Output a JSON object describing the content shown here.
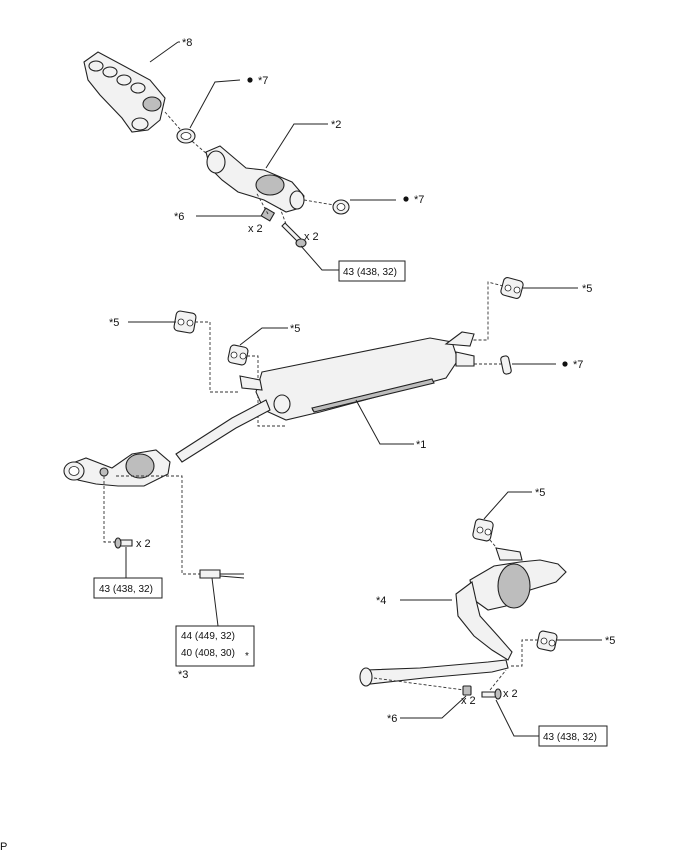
{
  "labels": {
    "c8": "*8",
    "c7a": "*7",
    "c2": "*2",
    "c7b": "*7",
    "c6a": "*6",
    "c5a": "*5",
    "c5b": "*5",
    "c5c": "*5",
    "c7c": "*7",
    "c1": "*1",
    "c5d": "*5",
    "c4": "*4",
    "c5e": "*5",
    "c6b": "*6",
    "c3": "*3",
    "corner": "P"
  },
  "qty": {
    "q1": "x 2",
    "q2": "x 2",
    "q3": "x 2",
    "q4": "x 2",
    "q5": "x 2"
  },
  "torque": {
    "t1": "43 (438, 32)",
    "t2": "43 (438, 32)",
    "t3a": "44 (449, 32)",
    "t3b": "40 (408, 30)",
    "t3star": "*",
    "t4": "43 (438, 32)"
  },
  "colors": {
    "stroke": "#222222",
    "fill": "#f2f2f2",
    "shade": "#bdbdbd"
  }
}
